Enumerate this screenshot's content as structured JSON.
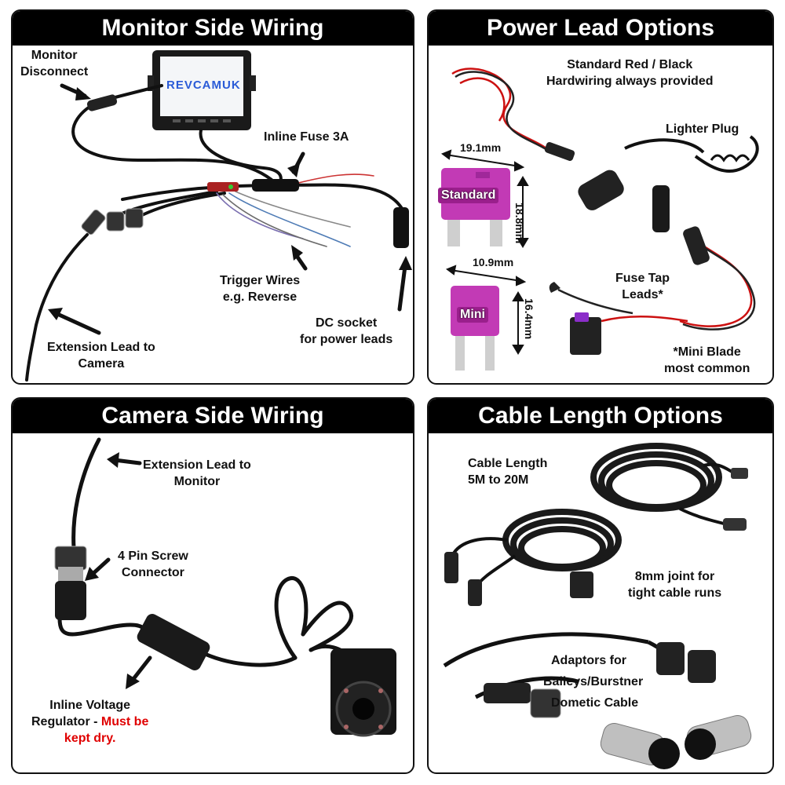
{
  "panels": {
    "monitor": {
      "title": "Monitor Side Wiring",
      "brand": "REVCAMUK",
      "labels": {
        "disconnect": [
          "Monitor",
          "Disconnect"
        ],
        "fuse": "Inline Fuse 3A",
        "trigger": [
          "Trigger Wires",
          "e.g. Reverse"
        ],
        "dc": [
          "DC socket",
          "for power leads"
        ],
        "extension": [
          "Extension Lead to",
          "Camera"
        ]
      }
    },
    "power": {
      "title": "Power Lead Options",
      "labels": {
        "standard_lead": [
          "Standard Red / Black",
          "Hardwiring always provided"
        ],
        "lighter": "Lighter Plug",
        "fuse_tap": [
          "Fuse Tap",
          "Leads*"
        ],
        "mini_note": [
          "*Mini Blade",
          "most common"
        ]
      },
      "fuses": {
        "standard": {
          "name": "Standard",
          "width": "19.1mm",
          "height": "18.8mm"
        },
        "mini": {
          "name": "Mini",
          "width": "10.9mm",
          "height": "16.4mm"
        }
      }
    },
    "camera": {
      "title": "Camera Side Wiring",
      "labels": {
        "extension": [
          "Extension Lead to",
          "Monitor"
        ],
        "connector": [
          "4 Pin Screw",
          "Connector"
        ],
        "regulator_line1": "Inline Voltage",
        "regulator_line2_a": "Regulator - ",
        "regulator_line2_b": "Must be",
        "regulator_line3": "kept dry."
      }
    },
    "cable": {
      "title": "Cable Length Options",
      "labels": {
        "length": [
          "Cable Length",
          "5M to 20M"
        ],
        "joint": [
          "8mm joint for",
          "tight cable runs"
        ],
        "adaptors": [
          "Adaptors for",
          "Baileys/Burstner",
          "Dometic Cable"
        ]
      }
    }
  },
  "colors": {
    "header": "#000000",
    "warning": "#e00000",
    "fuse_pink": "#c23ab5"
  }
}
